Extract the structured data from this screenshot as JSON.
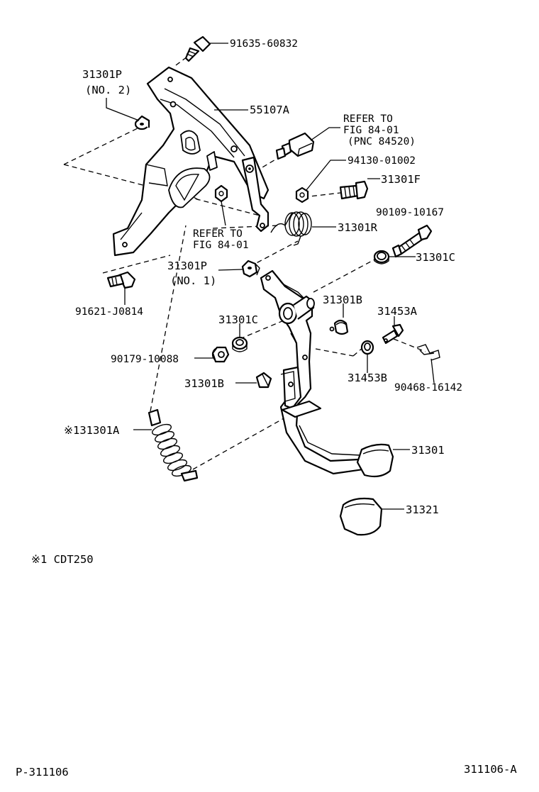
{
  "diagram": {
    "labels": {
      "bolt_top": "91635-60832",
      "p_no2_part": "31301P",
      "p_no2_note": "(NO. 2)",
      "bracket": "55107A",
      "refer_a_1": "REFER TO",
      "refer_a_2": "FIG 84-01",
      "refer_a_3": "(PNC 84520)",
      "nut": "94130-01002",
      "bolt_f": "31301F",
      "bolt_long": "90109-10167",
      "refer_b_1": "REFER TO",
      "refer_b_2": "FIG 84-01",
      "spring_r": "31301R",
      "bushing_c_right": "31301C",
      "p_no1_part": "31301P",
      "p_no1_note": "(NO. 1)",
      "bolt_left": "91621-J0814",
      "cushion_b_upper": "31301B",
      "pin_a": "31453A",
      "bushing_c_left": "31301C",
      "washer_nut": "90179-10088",
      "clip_b": "31453B",
      "cushion_b_lower": "31301B",
      "clip_pin": "90468-16142",
      "spring_a": "※131301A",
      "pedal": "31301",
      "pad": "31321"
    },
    "footnote": "※1 CDT250",
    "page_id": "P-311106",
    "figure_id": "311106-A"
  }
}
